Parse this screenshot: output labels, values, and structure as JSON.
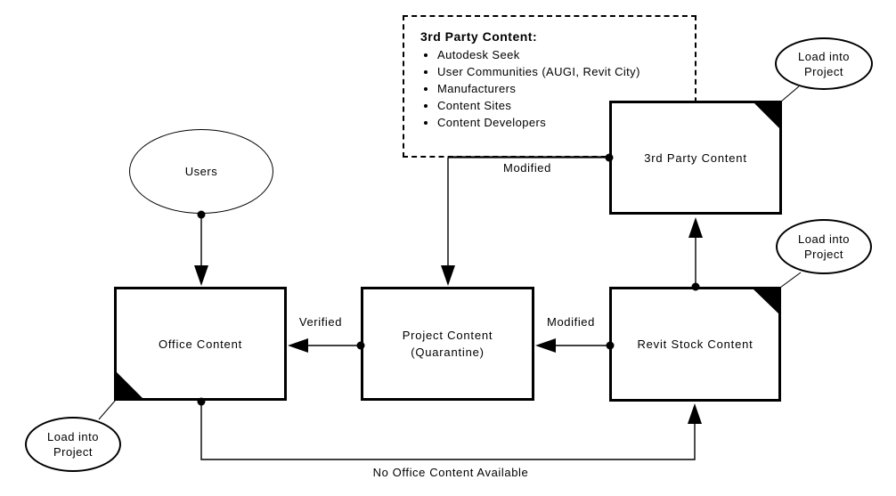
{
  "diagram": {
    "source_box": {
      "title": "3rd Party Content:",
      "items": [
        "Autodesk Seek",
        "User Communities (AUGI, Revit City)",
        "Manufacturers",
        "Content Sites",
        "Content Developers"
      ]
    },
    "nodes": {
      "users": {
        "label": "Users"
      },
      "office": {
        "label": "Office Content"
      },
      "project": {
        "label_line1": "Project Content",
        "label_line2": "(Quarantine)"
      },
      "revit": {
        "label": "Revit Stock Content"
      },
      "third_party": {
        "label": "3rd Party Content"
      },
      "load_into_project": {
        "line1": "Load into",
        "line2": "Project"
      }
    },
    "edges": {
      "modified_top": "Modified",
      "verified": "Verified",
      "modified_right": "Modified",
      "no_office_available": "No Office Content Available"
    },
    "colors": {
      "ink": "#000000",
      "background": "#ffffff"
    }
  }
}
